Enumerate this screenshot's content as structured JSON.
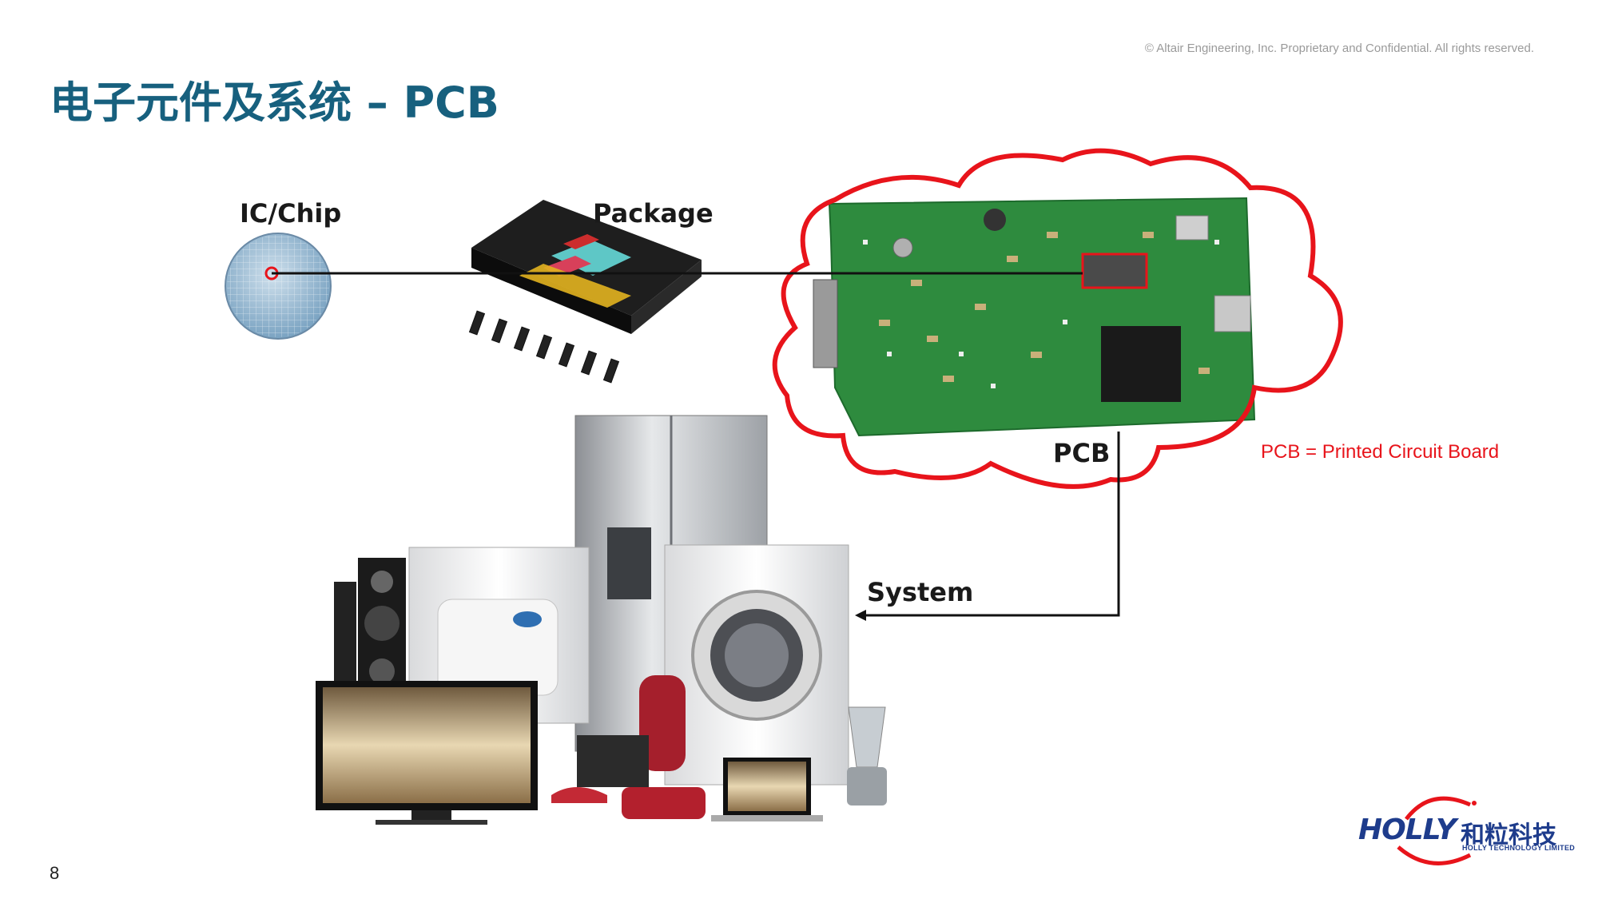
{
  "header": {
    "copyright": "© Altair Engineering, Inc. Proprietary and Confidential. All rights reserved.",
    "title": "电子元件及系统 – PCB"
  },
  "diagram": {
    "labels": {
      "ic_chip": "IC/Chip",
      "package": "Package",
      "pcb": "PCB",
      "system": "System"
    },
    "pcb_definition": "PCB = Printed Circuit Board",
    "colors": {
      "highlight": "#e8141b",
      "board": "#2e8b3e",
      "connector_line": "#111111"
    }
  },
  "footer": {
    "page_number": "8",
    "logo": {
      "latin": "HOLLY",
      "chinese": "和粒科技",
      "subtitle": "HOLLY TECHNOLOGY LIMITED"
    }
  }
}
